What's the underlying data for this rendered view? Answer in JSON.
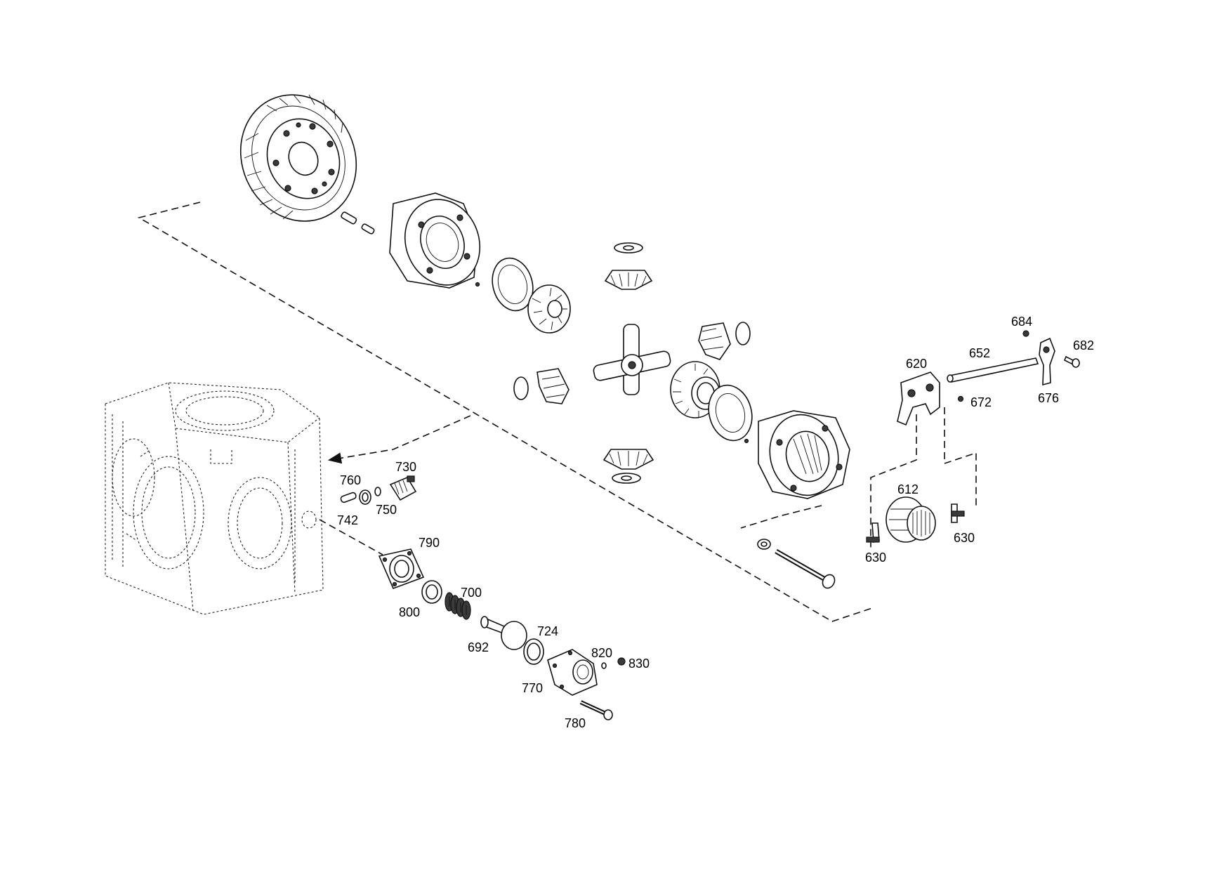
{
  "callouts": {
    "c612": "612",
    "c620": "620",
    "c630a": "630",
    "c630b": "630",
    "c652": "652",
    "c672": "672",
    "c676": "676",
    "c682": "682",
    "c684": "684",
    "c692": "692",
    "c700": "700",
    "c724": "724",
    "c730": "730",
    "c742": "742",
    "c750": "750",
    "c760": "760",
    "c770": "770",
    "c780": "780",
    "c790": "790",
    "c800": "800",
    "c820": "820",
    "c830": "830"
  }
}
